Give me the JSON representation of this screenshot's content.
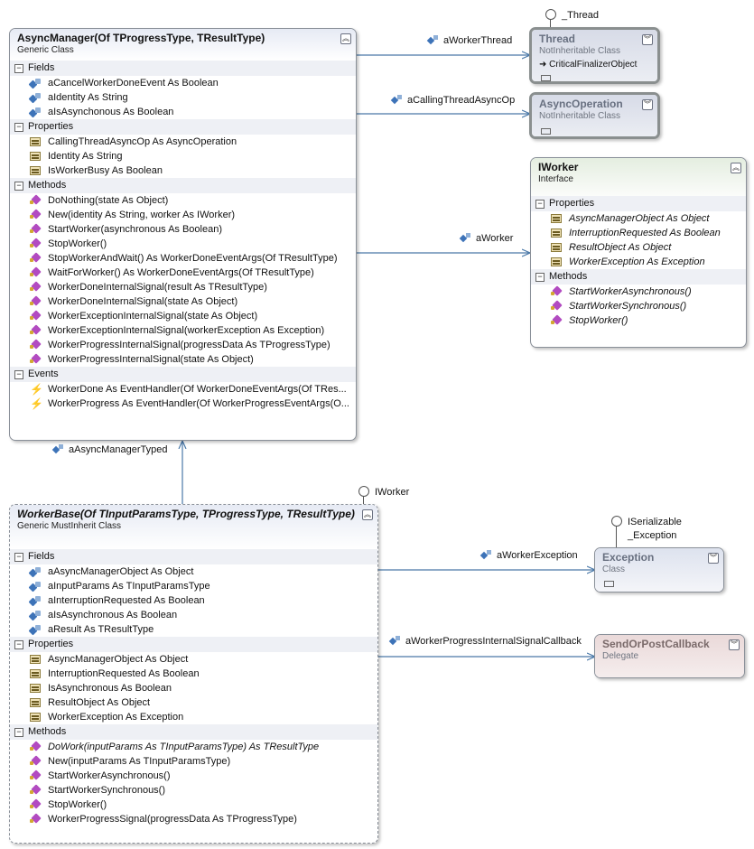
{
  "async_manager": {
    "title": "AsyncManager(Of TProgressType, TResultType)",
    "kind": "Generic Class",
    "fields_label": "Fields",
    "fields": [
      "aCancelWorkerDoneEvent As Boolean",
      "aIdentity As String",
      "aIsAsynchonous As Boolean"
    ],
    "properties_label": "Properties",
    "properties": [
      "CallingThreadAsyncOp As AsyncOperation",
      "Identity As String",
      "IsWorkerBusy As Boolean"
    ],
    "methods_label": "Methods",
    "methods": [
      "DoNothing(state As Object)",
      "New(identity As String, worker As IWorker)",
      "StartWorker(asynchronous As Boolean)",
      "StopWorker()",
      "StopWorkerAndWait() As WorkerDoneEventArgs(Of TResultType)",
      "WaitForWorker() As WorkerDoneEventArgs(Of TResultType)",
      "WorkerDoneInternalSignal(result As TResultType)",
      "WorkerDoneInternalSignal(state As Object)",
      "WorkerExceptionInternalSignal(state As Object)",
      "WorkerExceptionInternalSignal(workerException As Exception)",
      "WorkerProgressInternalSignal(progressData As TProgressType)",
      "WorkerProgressInternalSignal(state As Object)"
    ],
    "events_label": "Events",
    "events": [
      "WorkerDone As EventHandler(Of WorkerDoneEventArgs(Of TRes...",
      "WorkerProgress As EventHandler(Of WorkerProgressEventArgs(O..."
    ]
  },
  "thread": {
    "title": "Thread",
    "kind": "NotInheritable Class",
    "base": "CriticalFinalizerObject",
    "interface": "_Thread"
  },
  "async_operation": {
    "title": "AsyncOperation",
    "kind": "NotInheritable Class"
  },
  "iworker": {
    "title": "IWorker",
    "kind": "Interface",
    "properties_label": "Properties",
    "properties": [
      "AsyncManagerObject As Object",
      "InterruptionRequested As Boolean",
      "ResultObject As Object",
      "WorkerException As Exception"
    ],
    "methods_label": "Methods",
    "methods": [
      "StartWorkerAsynchronous()",
      "StartWorkerSynchronous()",
      "StopWorker()"
    ]
  },
  "worker_base": {
    "title": "WorkerBase(Of TInputParamsType, TProgressType, TResultType)",
    "kind": "Generic MustInherit Class",
    "interface": "IWorker",
    "fields_label": "Fields",
    "fields": [
      "aAsyncManagerObject As Object",
      "aInputParams As TInputParamsType",
      "aInterruptionRequested As Boolean",
      "aIsAsynchronous As Boolean",
      "aResult As TResultType"
    ],
    "properties_label": "Properties",
    "properties": [
      "AsyncManagerObject As Object",
      "InterruptionRequested As Boolean",
      "IsAsynchronous As Boolean",
      "ResultObject As Object",
      "WorkerException As Exception"
    ],
    "methods_label": "Methods",
    "methods": [
      "DoWork(inputParams As TInputParamsType) As TResultType",
      "New(inputParams As TInputParamsType)",
      "StartWorkerAsynchronous()",
      "StartWorkerSynchronous()",
      "StopWorker()",
      "WorkerProgressSignal(progressData As TProgressType)"
    ]
  },
  "exception": {
    "title": "Exception",
    "kind": "Class",
    "interface_line1": "ISerializable",
    "interface_line2": "_Exception"
  },
  "send_or_post": {
    "title": "SendOrPostCallback",
    "kind": "Delegate"
  },
  "links": {
    "a_worker_thread": "aWorkerThread",
    "a_calling_thread_async_op": "aCallingThreadAsyncOp",
    "a_worker": "aWorker",
    "a_async_manager_typed": "aAsyncManagerTyped",
    "a_worker_exception": "aWorkerException",
    "a_worker_progress_callback": "aWorkerProgressInternalSignalCallback"
  }
}
